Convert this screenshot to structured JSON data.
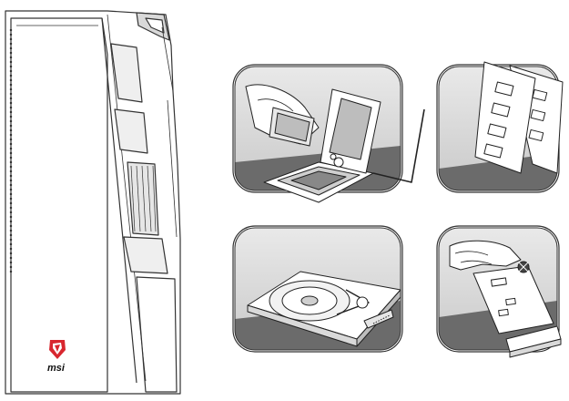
{
  "brand": {
    "logo_text": "msi",
    "logo_icon": "dragon-shield-icon",
    "accent_color": "#d8262e"
  },
  "colors": {
    "line": "#333333",
    "panel_bg": "#dcdcdc",
    "panel_floor": "#6b6b6b",
    "page_bg": "#ffffff"
  },
  "panels": [
    {
      "id": "cpu",
      "icon": "cpu-socket-install-icon"
    },
    {
      "id": "memory",
      "icon": "memory-modules-icon"
    },
    {
      "id": "storage",
      "icon": "hard-drive-icon"
    },
    {
      "id": "m2",
      "icon": "m2-ssd-install-icon"
    }
  ]
}
